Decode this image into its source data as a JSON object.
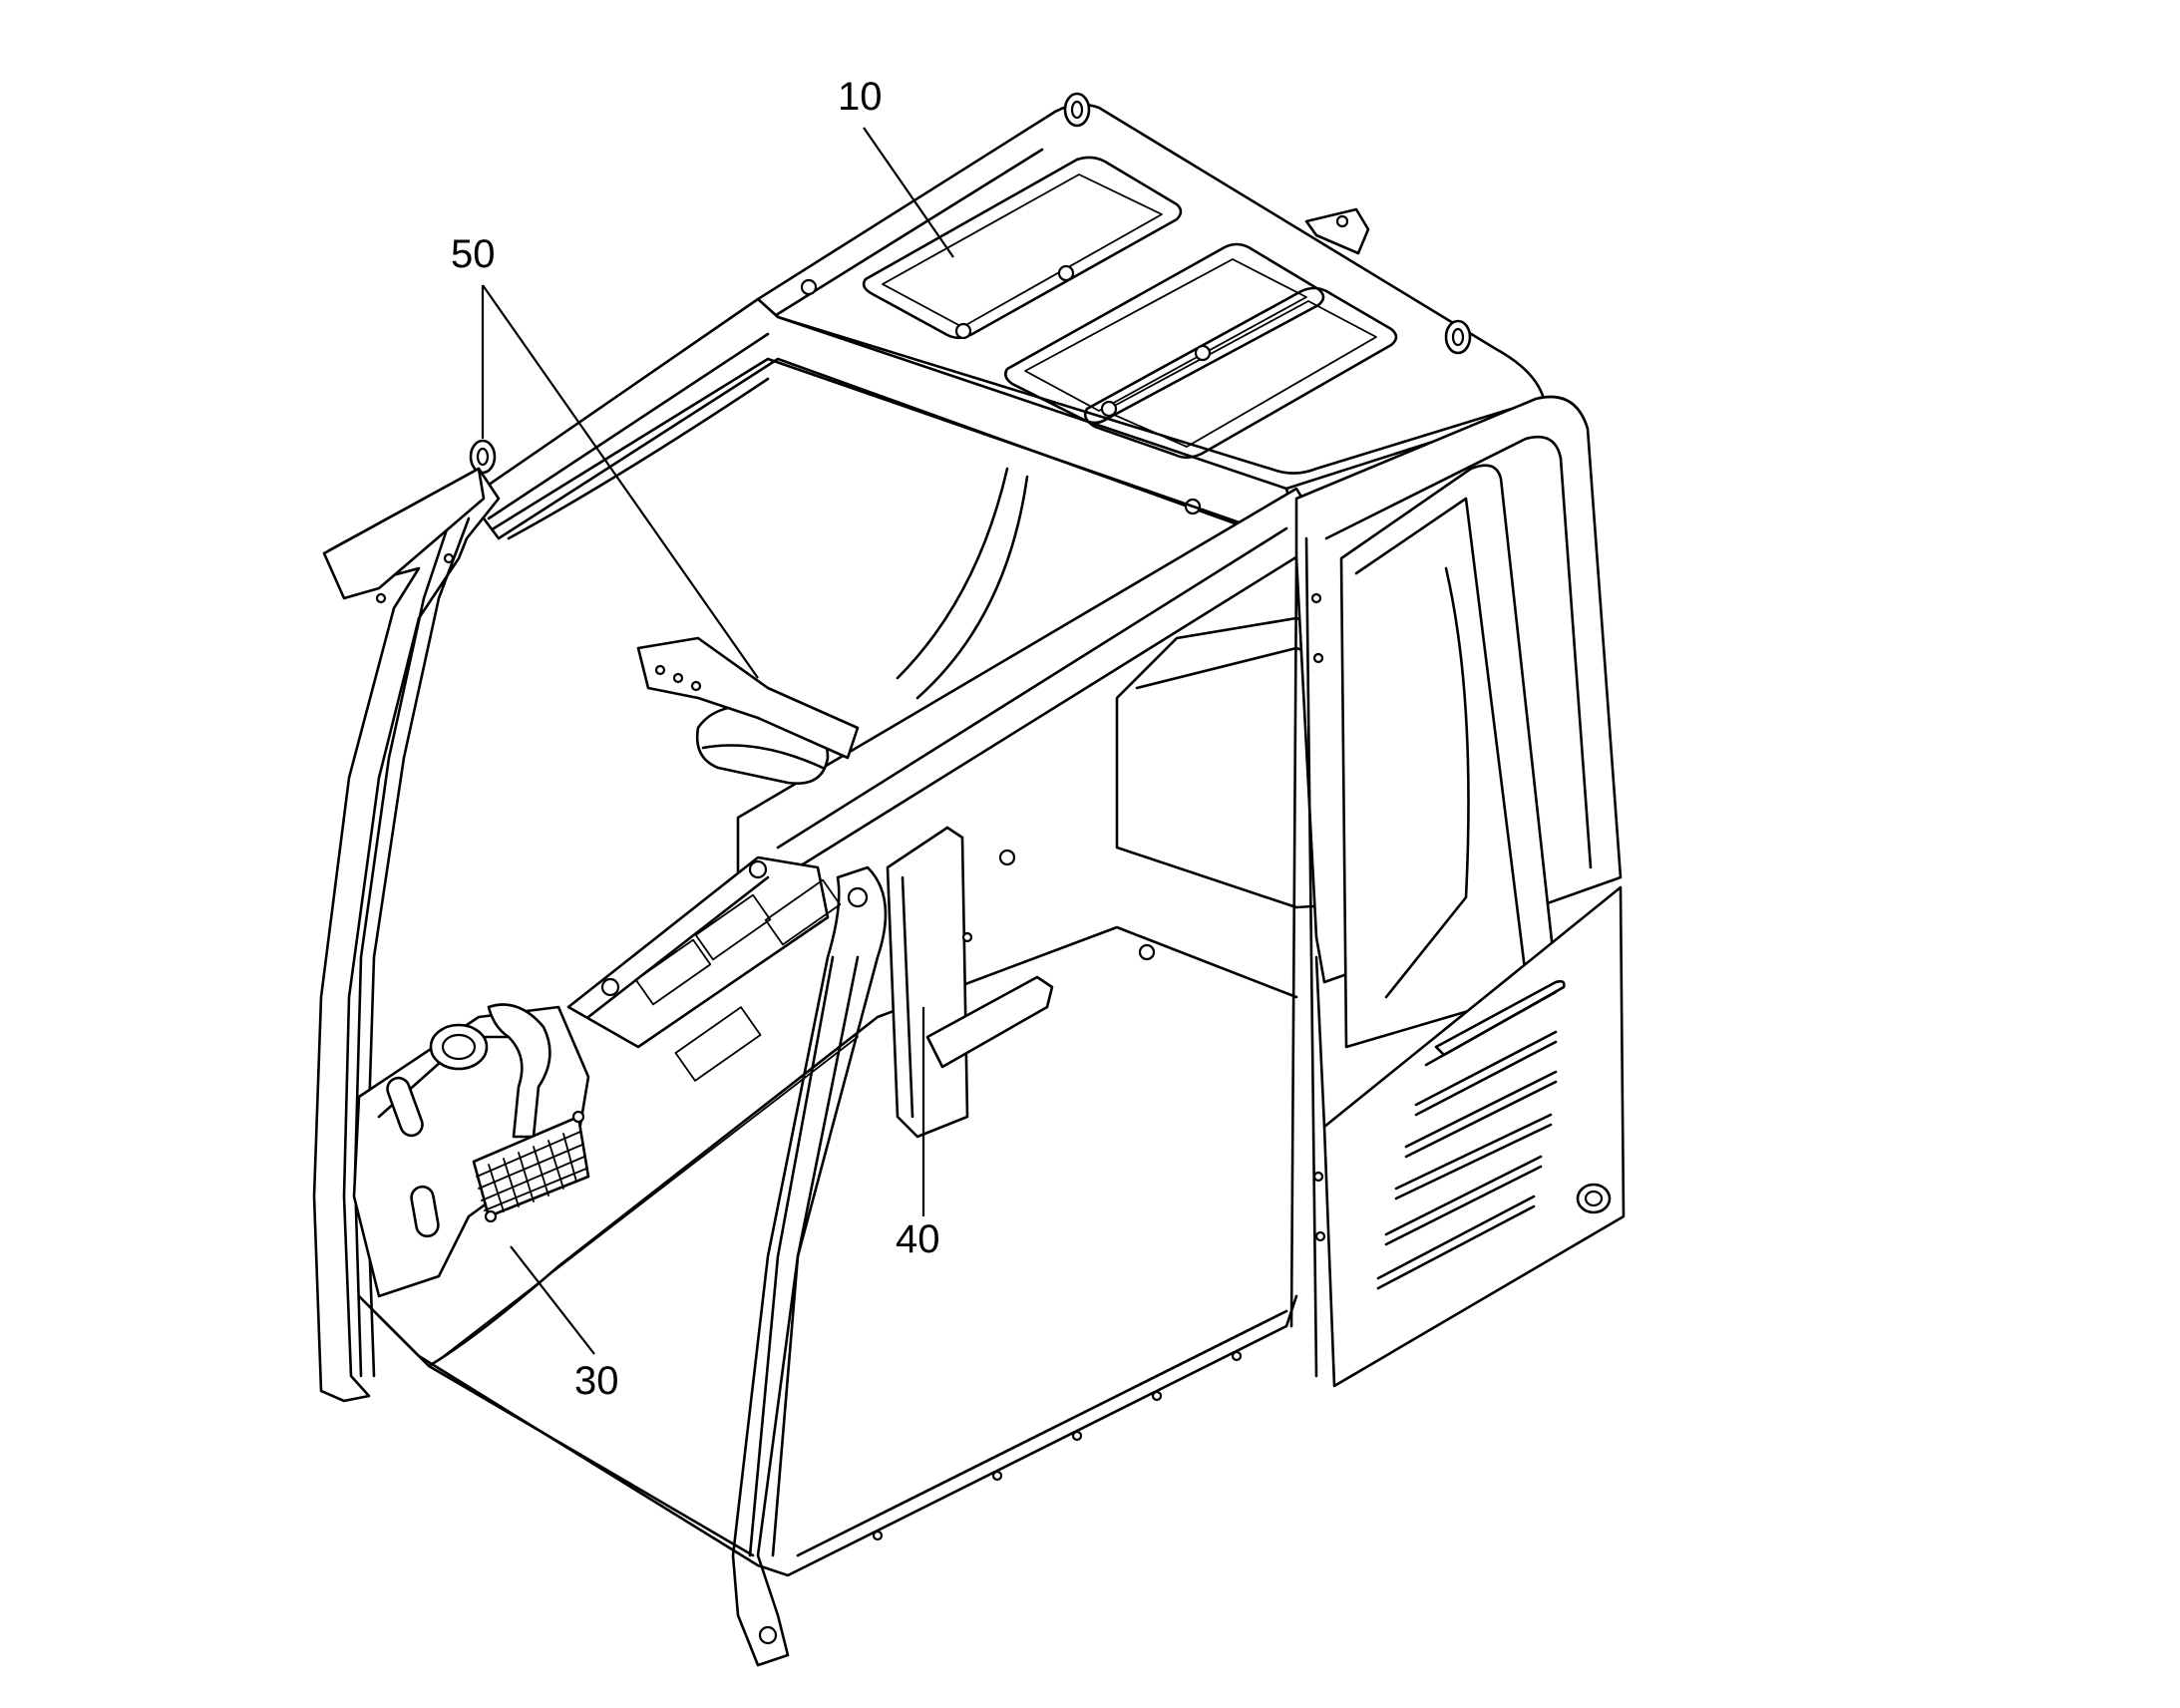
{
  "labels": {
    "part_10": "10",
    "part_30": "30",
    "part_40": "40",
    "part_50": "50"
  }
}
